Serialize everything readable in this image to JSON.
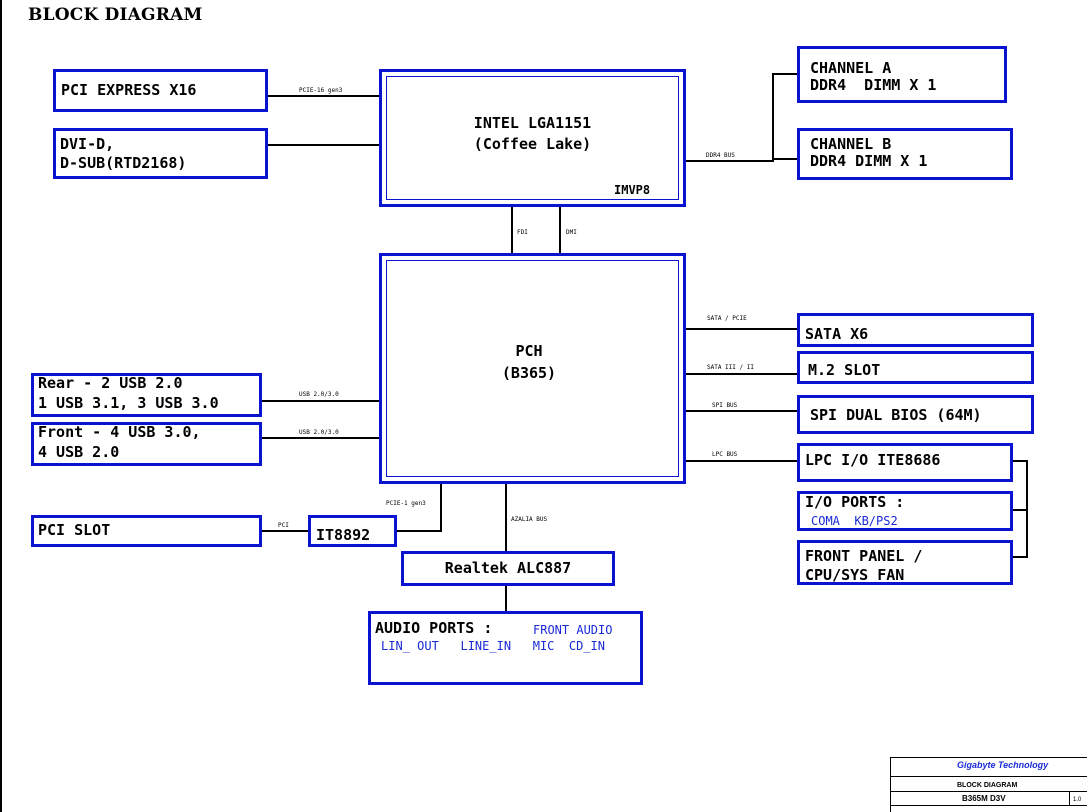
{
  "title": "BLOCK DIAGRAM",
  "cpu": {
    "line1": "INTEL LGA1151",
    "line2": "(Coffee Lake)",
    "vr": "IMVP8"
  },
  "pch": {
    "line1": "PCH",
    "line2": "(B365)"
  },
  "pcie_x16": "PCI EXPRESS X16",
  "dvi": {
    "line1": "DVI-D,",
    "line2": "D-SUB(RTD2168)"
  },
  "channel_a": {
    "line1": "CHANNEL A",
    "line2": "DDR4  DIMM X 1"
  },
  "channel_b": {
    "line1": "CHANNEL B",
    "line2": "DDR4 DIMM X 1"
  },
  "sata": "SATA X6",
  "m2": "M.2 SLOT",
  "spi_bios": "SPI DUAL BIOS (64M)",
  "lpc_io": "LPC I/O ITE8686",
  "io_ports": {
    "title": "I/O PORTS :",
    "sub": "COMA  KB/PS2"
  },
  "front_panel": {
    "line1": "FRONT PANEL /",
    "line2": "CPU/SYS FAN"
  },
  "usb_rear": {
    "line1": "Rear - 2 USB 2.0",
    "line2": "1 USB 3.1, 3 USB 3.0"
  },
  "usb_front": {
    "line1": "Front - 4 USB 3.0,",
    "line2": "4 USB 2.0"
  },
  "pci_slot": "PCI SLOT",
  "it8892": "IT8892",
  "realtek": "Realtek ALC887",
  "audio_ports": {
    "title": "AUDIO PORTS :",
    "front": "FRONT AUDIO",
    "row2": "LIN_ OUT   LINE_IN   MIC  CD_IN"
  },
  "bus_labels": {
    "pcie16": "PCIE-16 gen3",
    "ddr4": "DDR4 BUS",
    "fdi": "FDI",
    "dmi": "DMI",
    "sata_pcie": "SATA / PCIE",
    "sata3": "SATA III / II",
    "spi": "SPI BUS",
    "lpc": "LPC BUS",
    "usb1": "USB 2.0/3.0",
    "usb2": "USB 2.0/3.0",
    "pcie1": "PCIE-1 gen3",
    "pci": "PCI",
    "azalia": "AZALIA BUS"
  },
  "title_block": {
    "company": "Gigabyte Technology",
    "doc_title": "BLOCK DIAGRAM",
    "model": "B365M D3V",
    "rev": "1.0"
  },
  "colors": {
    "box_border": "#0a14d0",
    "sub_text": "#1a2ad6",
    "company": "#1a2ad6"
  }
}
